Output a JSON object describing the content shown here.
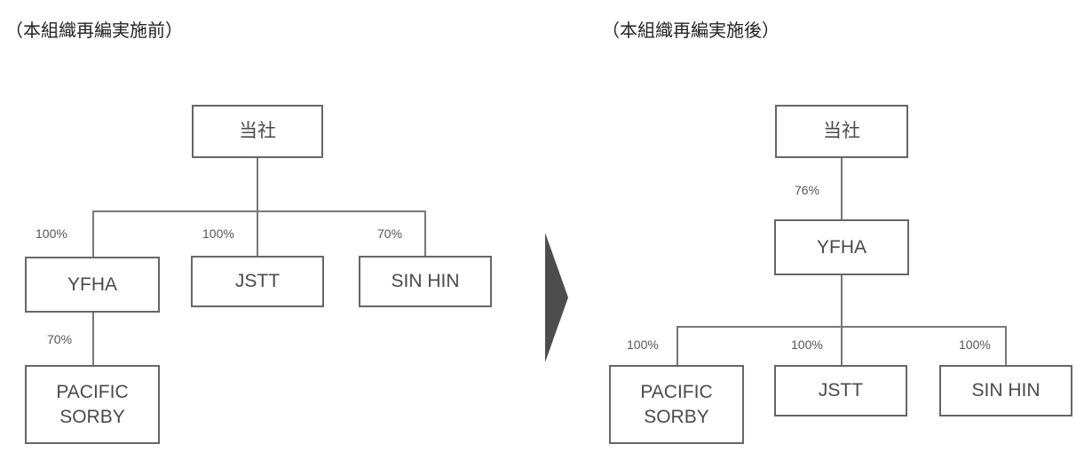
{
  "before": {
    "heading": "（本組織再編実施前）",
    "parent": {
      "label": "当社"
    },
    "subsidiaries": [
      {
        "label": "YFHA",
        "ownership": "100%"
      },
      {
        "label": "JSTT",
        "ownership": "100%"
      },
      {
        "label": "SIN HIN",
        "ownership": "70%"
      }
    ],
    "sub_subsidiary": {
      "label": "PACIFIC\nSORBY",
      "ownership": "70%"
    }
  },
  "after": {
    "heading": "（本組織再編実施後）",
    "parent": {
      "label": "当社"
    },
    "intermediate": {
      "label": "YFHA",
      "ownership": "76%"
    },
    "subsidiaries": [
      {
        "label": "PACIFIC\nSORBY",
        "ownership": "100%"
      },
      {
        "label": "JSTT",
        "ownership": "100%"
      },
      {
        "label": "SIN HIN",
        "ownership": "100%"
      }
    ]
  },
  "colors": {
    "border": "#666666",
    "line": "#777777",
    "arrow": "#4d4d4d"
  }
}
